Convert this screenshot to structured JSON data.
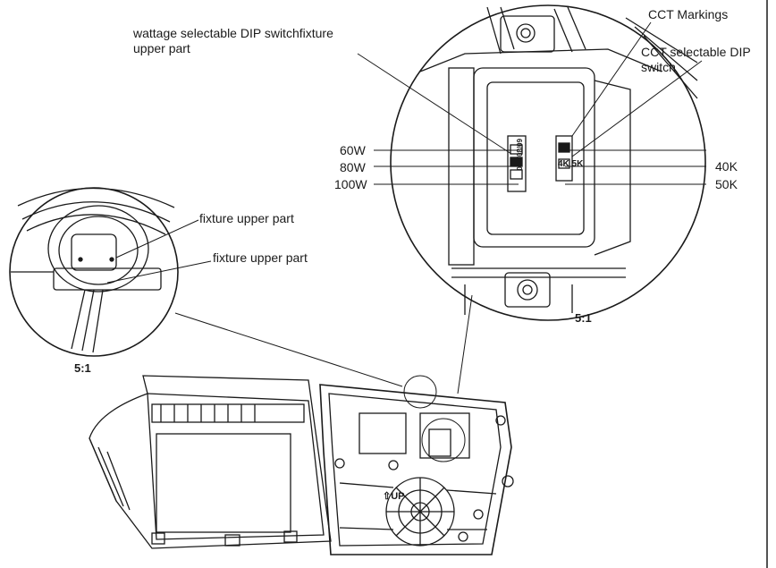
{
  "labels": {
    "wattage_dip": "wattage selectable DIP switchfixture",
    "wattage_dip_2": "upper part",
    "cct_markings": "CCT Markings",
    "cct_dip": "CCT selectable DIP",
    "cct_dip_2": "switch",
    "w60": "60W",
    "w80": "80W",
    "w100": "100W",
    "k40": "40K",
    "k50": "50K",
    "fixture_upper_1": "fixture upper part",
    "fixture_upper_2": "fixture upper part",
    "scale_left": "5:1",
    "scale_right": "5:1",
    "switch_wattage_print": "60/80/100",
    "switch_cct_print": "4K 5K",
    "up_mark": "⇧UP"
  },
  "colors": {
    "line": "#1a1a1a",
    "background": "#ffffff"
  }
}
